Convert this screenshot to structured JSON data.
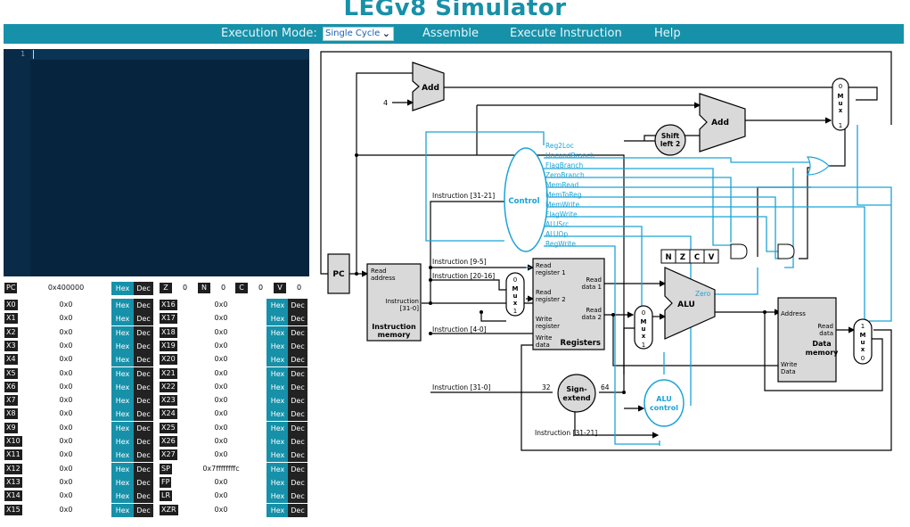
{
  "app": {
    "title": "LEGv8 Simulator"
  },
  "nav": {
    "execution_mode_label": "Execution Mode:",
    "execution_mode_value": "Single Cycle",
    "assemble": "Assemble",
    "execute_instruction": "Execute Instruction",
    "help": "Help"
  },
  "editor": {
    "line_number": "1",
    "content": ""
  },
  "pc": {
    "name": "PC",
    "value": "0x400000",
    "hex": "Hex",
    "dec": "Dec"
  },
  "flags": [
    {
      "name": "Z",
      "value": "0"
    },
    {
      "name": "N",
      "value": "0"
    },
    {
      "name": "C",
      "value": "0"
    },
    {
      "name": "V",
      "value": "0"
    }
  ],
  "registers_left": [
    {
      "name": "X0",
      "value": "0x0"
    },
    {
      "name": "X1",
      "value": "0x0"
    },
    {
      "name": "X2",
      "value": "0x0"
    },
    {
      "name": "X3",
      "value": "0x0"
    },
    {
      "name": "X4",
      "value": "0x0"
    },
    {
      "name": "X5",
      "value": "0x0"
    },
    {
      "name": "X6",
      "value": "0x0"
    },
    {
      "name": "X7",
      "value": "0x0"
    },
    {
      "name": "X8",
      "value": "0x0"
    },
    {
      "name": "X9",
      "value": "0x0"
    },
    {
      "name": "X10",
      "value": "0x0"
    },
    {
      "name": "X11",
      "value": "0x0"
    },
    {
      "name": "X12",
      "value": "0x0"
    },
    {
      "name": "X13",
      "value": "0x0"
    },
    {
      "name": "X14",
      "value": "0x0"
    },
    {
      "name": "X15",
      "value": "0x0"
    }
  ],
  "registers_right": [
    {
      "name": "X16",
      "value": "0x0"
    },
    {
      "name": "X17",
      "value": "0x0"
    },
    {
      "name": "X18",
      "value": "0x0"
    },
    {
      "name": "X19",
      "value": "0x0"
    },
    {
      "name": "X20",
      "value": "0x0"
    },
    {
      "name": "X21",
      "value": "0x0"
    },
    {
      "name": "X22",
      "value": "0x0"
    },
    {
      "name": "X23",
      "value": "0x0"
    },
    {
      "name": "X24",
      "value": "0x0"
    },
    {
      "name": "X25",
      "value": "0x0"
    },
    {
      "name": "X26",
      "value": "0x0"
    },
    {
      "name": "X27",
      "value": "0x0"
    },
    {
      "name": "SP",
      "value": "0x7ffffffffc"
    },
    {
      "name": "FP",
      "value": "0x0"
    },
    {
      "name": "LR",
      "value": "0x0"
    },
    {
      "name": "XZR",
      "value": "0x0"
    }
  ],
  "buttons": {
    "hex": "Hex",
    "dec": "Dec"
  },
  "datapath": {
    "add": "Add",
    "four": "4",
    "pc": "PC",
    "shift_left_2": [
      "Shift",
      "left 2"
    ],
    "control": "Control",
    "control_signals": [
      "Reg2Loc",
      "UncondBranch",
      "FlagBranch",
      "ZeroBranch",
      "MemRead",
      "MemToReg",
      "MemWrite",
      "FlagWrite",
      "ALUSrc",
      "ALUOp",
      "RegWrite"
    ],
    "instr_31_21": "Instruction [31-21]",
    "instr_9_5": "Instruction [9-5]",
    "instr_20_16": "Instruction [20-16]",
    "instr_4_0": "Instruction [4-0]",
    "instr_31_0": "Instruction [31-0]",
    "instr_31_21_b": "Instruction [31-21]",
    "read_address": [
      "Read",
      "address"
    ],
    "instruction_31_0": [
      "Instruction",
      "[31-0]"
    ],
    "instruction_memory": [
      "Instruction",
      "memory"
    ],
    "read_reg1": [
      "Read",
      "register 1"
    ],
    "read_reg2": [
      "Read",
      "register 2"
    ],
    "write_register": [
      "Write",
      "register"
    ],
    "write_data": [
      "Write",
      "data"
    ],
    "read_data1": [
      "Read",
      "data 1"
    ],
    "read_data2": [
      "Read",
      "data 2"
    ],
    "registers": "Registers",
    "flags": [
      "N",
      "Z",
      "C",
      "V"
    ],
    "alu": "ALU",
    "zero": "Zero",
    "alu_control": [
      "ALU",
      "control"
    ],
    "sign_extend": [
      "Sign-",
      "extend"
    ],
    "bits_32": "32",
    "bits_64": "64",
    "address": "Address",
    "read_data": [
      "Read",
      "data"
    ],
    "data_memory": [
      "Data",
      "memory"
    ],
    "dm_write_data": [
      "Write",
      "Data"
    ],
    "mux": [
      "M",
      "u",
      "x"
    ],
    "mux_0": "0",
    "mux_1": "1"
  },
  "colors": {
    "accent": "#1691a9",
    "control_blue": "#1ba3d6",
    "editor_bg": "#06243d"
  }
}
